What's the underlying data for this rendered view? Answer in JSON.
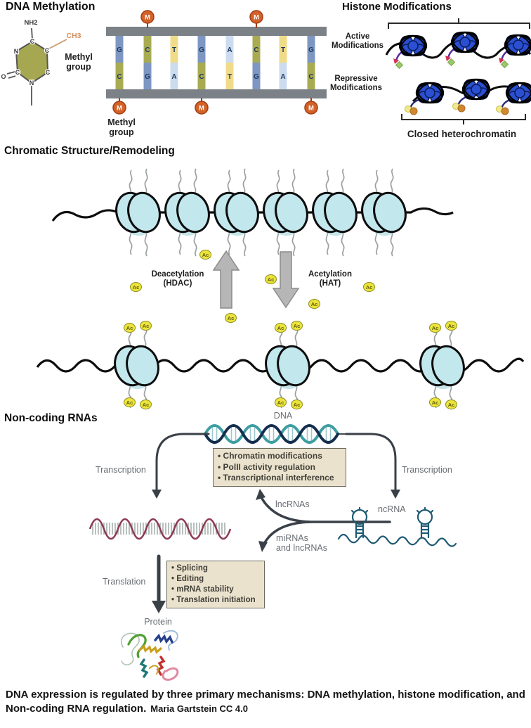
{
  "colors": {
    "olive": "#a8ab52",
    "base_blue": "#7d97c2",
    "base_yellow": "#f0dc88",
    "base_lightblue": "#ccdcee",
    "methyl_orange": "#d2622a",
    "strand_gray": "#7b8186",
    "nucleosome_cyan": "#c2e7ec",
    "histone_blue": "#2a4fd0",
    "ac_yellow": "#ece43c",
    "arrow_gray": "#b6b6b6",
    "helix_teal": "#3d9ea2",
    "helix_navy": "#142e4e",
    "mrna_maroon": "#8e3a52",
    "ncrna_teal": "#1e5a72",
    "box_tan": "#ebe2cd",
    "label_gray": "#696d72"
  },
  "dna_methylation": {
    "title": "DNA Methylation",
    "nh2": "NH2",
    "ch3": "CH3",
    "atom_labels": {
      "c_top": "C",
      "c_ur": "C",
      "c_lr": "C",
      "n_bottom": "N",
      "c_ll": "C",
      "n_ul": "N",
      "o": "O"
    },
    "methyl_group_side": "Methyl\ngroup",
    "methyl_group_bottom": "Methyl\ngroup",
    "m": "M",
    "top_bases": [
      "G",
      "C",
      "T",
      "G",
      "A",
      "C",
      "T",
      "G"
    ],
    "bottom_bases": [
      "C",
      "G",
      "A",
      "C",
      "T",
      "G",
      "A",
      "C"
    ]
  },
  "histone": {
    "title": "Histone Modifications",
    "active_label": "Active\nModifications",
    "repressive_label": "Repressive\nModifications",
    "closed_label": "Closed heterochromatin"
  },
  "chromatin": {
    "title": "Chromatic Structure/Remodeling",
    "deacetylation": "Deacetylation\n(HDAC)",
    "acetylation": "Acetylation\n(HAT)",
    "ac": "Ac"
  },
  "ncrna": {
    "title": "Non-coding RNAs",
    "dna": "DNA",
    "transcription_left": "Transcription",
    "transcription_right": "Transcription",
    "box_dna_items": [
      "• Chromatin modifications",
      "• PolII activity regulation",
      "• Transcriptional interference"
    ],
    "lncrnas": "lncRNAs",
    "mirnas": "miRNAs\nand lncRNAs",
    "ncrna_label": "ncRNA",
    "translation": "Translation",
    "box_mrna_items": [
      "• Splicing",
      "• Editing",
      "• mRNA stability",
      "• Translation initiation"
    ],
    "protein": "Protein"
  },
  "caption": {
    "main": "DNA expression is regulated by three primary mechanisms: DNA methylation, histone modification, and Non-coding RNA regulation.",
    "credit": "Maria Gartstein CC 4.0"
  }
}
